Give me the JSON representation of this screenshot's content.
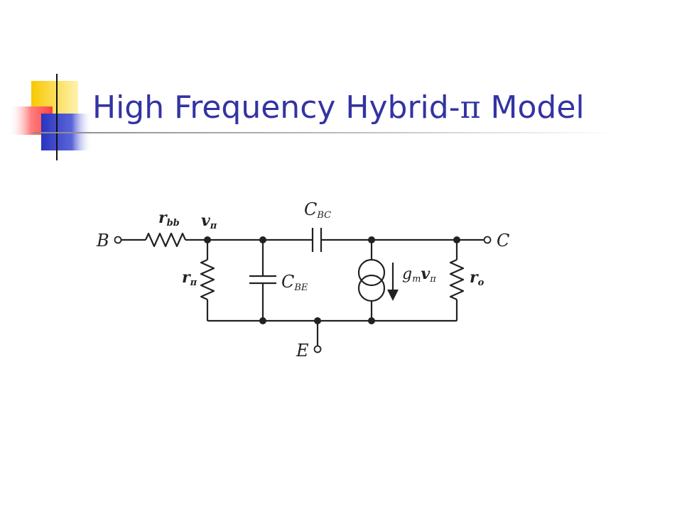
{
  "slide": {
    "title_prefix": "High Frequency Hybrid-",
    "title_pi": "π",
    "title_suffix": " Model"
  },
  "colors": {
    "title": "#3333a3",
    "logo_yellow": "#f7c900",
    "logo_red": "#ff5555",
    "logo_blue": "#3340cc",
    "wire": "#222222"
  },
  "circuit": {
    "terminals": {
      "base": "B",
      "collector": "C",
      "emitter": "E"
    },
    "labels": {
      "rbb_main": "r",
      "rbb_sub": "bb",
      "vpi_main": "v",
      "vpi_sub": "π",
      "cbc_main": "C",
      "cbc_sub": "BC",
      "rpi_main": "r",
      "rpi_sub": "π",
      "cbe_main": "C",
      "cbe_sub": "BE",
      "gm_main": "g",
      "gm_sub": "m",
      "gm_v": "v",
      "gm_vsub": "π",
      "ro_main": "r",
      "ro_sub": "o"
    }
  }
}
